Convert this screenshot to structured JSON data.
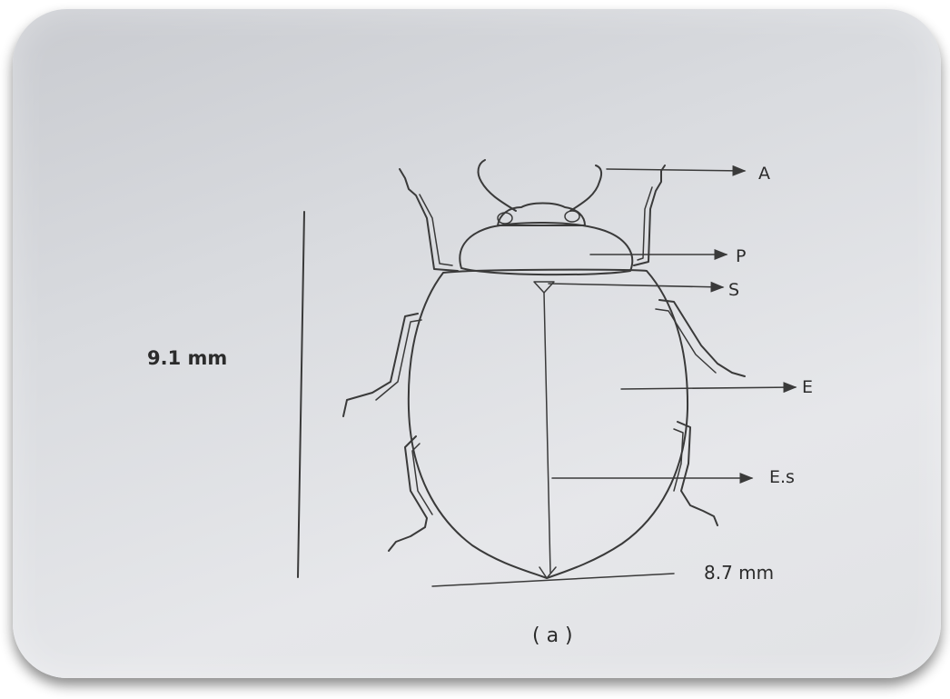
{
  "figure": {
    "panel_label": "( a )",
    "length_label": "9.1 mm",
    "width_label": "8.7 mm",
    "parts": {
      "antenna": "A",
      "pronotum": "P",
      "scutellum": "S",
      "elytron": "E",
      "elytral_suture": "E.s"
    }
  },
  "colors": {
    "ink": "#3a3a3a",
    "label": "#2b2b2b",
    "background": "#dcdde1"
  }
}
